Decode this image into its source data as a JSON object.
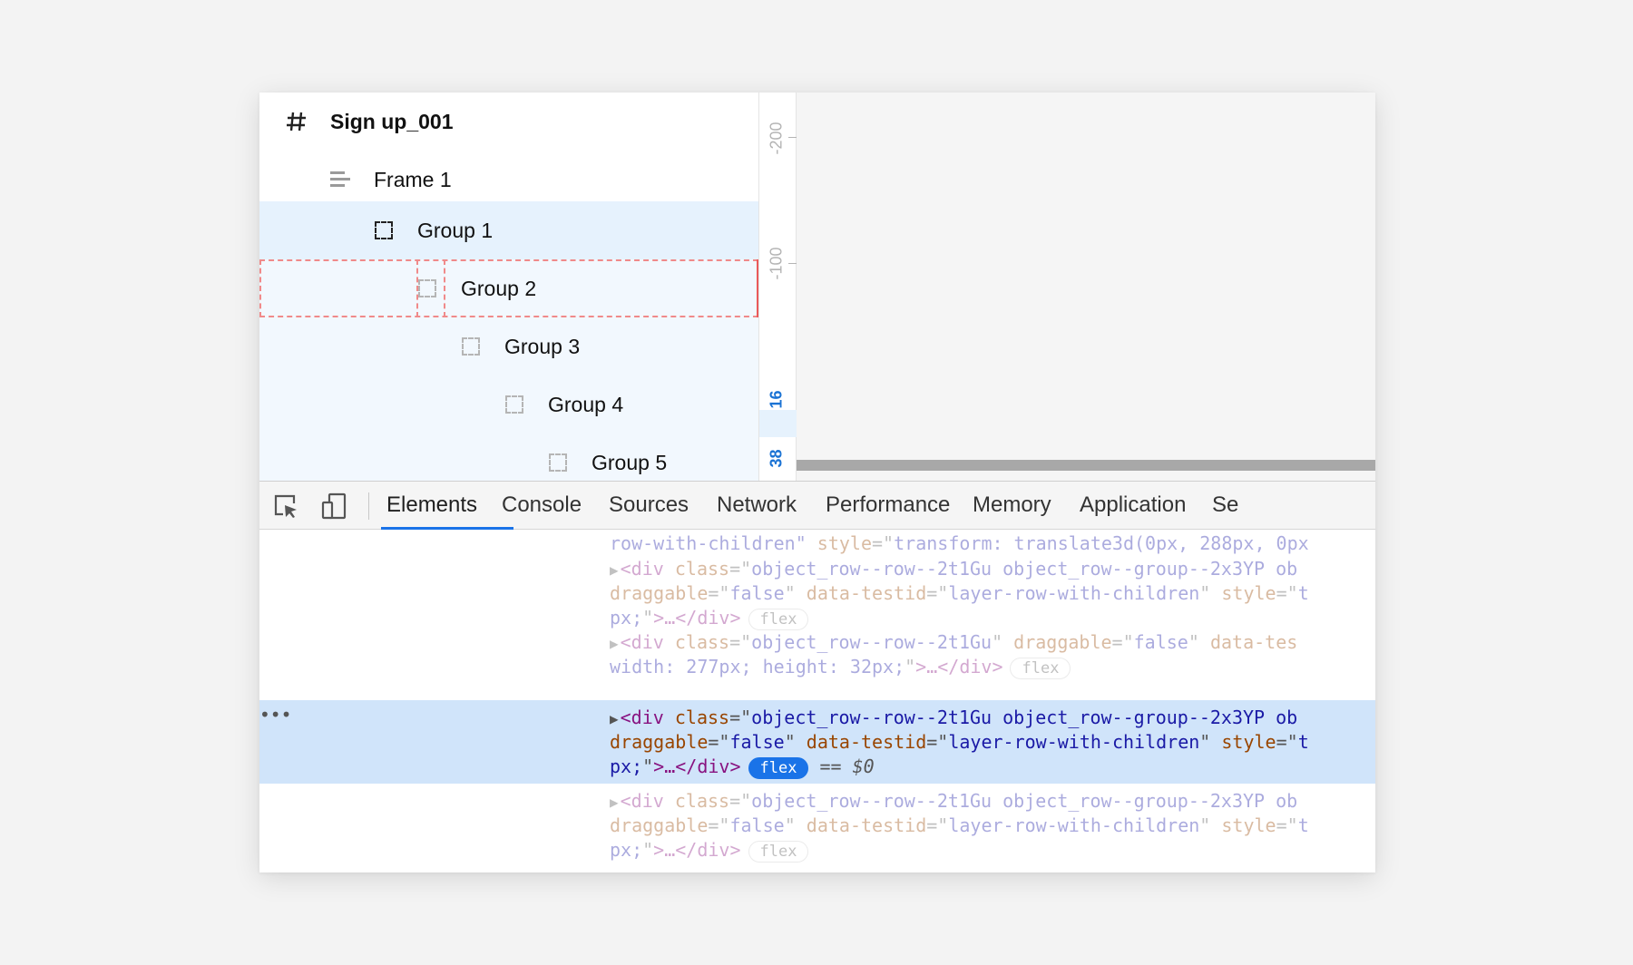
{
  "layers": {
    "root": {
      "label": "Sign up_001",
      "icon": "hash-icon"
    },
    "items": [
      {
        "label": "Frame 1",
        "icon": "frame-icon"
      },
      {
        "label": "Group 1",
        "icon": "group-icon"
      },
      {
        "label": "Group 2",
        "icon": "group-icon"
      },
      {
        "label": "Group 3",
        "icon": "group-icon"
      },
      {
        "label": "Group 4",
        "icon": "group-icon"
      },
      {
        "label": "Group 5",
        "icon": "group-icon"
      }
    ]
  },
  "ruler": {
    "labels": [
      "-200",
      "-100"
    ],
    "highlight_labels": [
      "16",
      "38"
    ]
  },
  "devtools": {
    "tools": [
      "element-picker-icon",
      "device-toggle-icon"
    ],
    "tabs": [
      "Elements",
      "Console",
      "Sources",
      "Network",
      "Performance",
      "Memory",
      "Application",
      "Se"
    ],
    "active_tab": "Elements"
  },
  "dom": {
    "lines": {
      "l0": {
        "a": "row-with-children",
        "b": "style",
        "c": "transform: translate3d(0px, 288px, 0px"
      },
      "l1": {
        "tag": "<div",
        "a": "class",
        "v": "object_row--row--2t1Gu object_row--group--2x3YP ob"
      },
      "l2": {
        "a1": "draggable",
        "v1": "false",
        "a2": "data-testid",
        "v2": "layer-row-with-children",
        "a3": "style",
        "v3": "t"
      },
      "l3": {
        "v": "px;",
        "close": ">…</div>",
        "badge": "flex"
      },
      "l4": {
        "tag": "<div",
        "a1": "class",
        "v1": "object_row--row--2t1Gu",
        "a2": "draggable",
        "v2": "false",
        "a3": "data-tes"
      },
      "l5": {
        "v": "width: 277px; height: 32px;",
        "close": ">…</div>",
        "badge": "flex"
      },
      "l6": {
        "tag": "<div",
        "a": "class",
        "v": "object_row--row--2t1Gu object_row--group--2x3YP ob"
      },
      "l7": {
        "a1": "draggable",
        "v1": "false",
        "a2": "data-testid",
        "v2": "layer-row-with-children",
        "a3": "style",
        "v3": "t"
      },
      "l8": {
        "v": "px;",
        "close": ">…</div>",
        "badge": "flex",
        "eq": "==",
        "ref": "$0"
      },
      "l9": {
        "tag": "<div",
        "a": "class",
        "v": "object_row--row--2t1Gu object_row--group--2x3YP ob"
      },
      "l10": {
        "a1": "draggable",
        "v1": "false",
        "a2": "data-testid",
        "v2": "layer-row-with-children",
        "a3": "style",
        "v3": "t"
      },
      "l11": {
        "v": "px;",
        "close": ">…</div>",
        "badge": "flex"
      }
    },
    "ellipsis": "•••"
  }
}
